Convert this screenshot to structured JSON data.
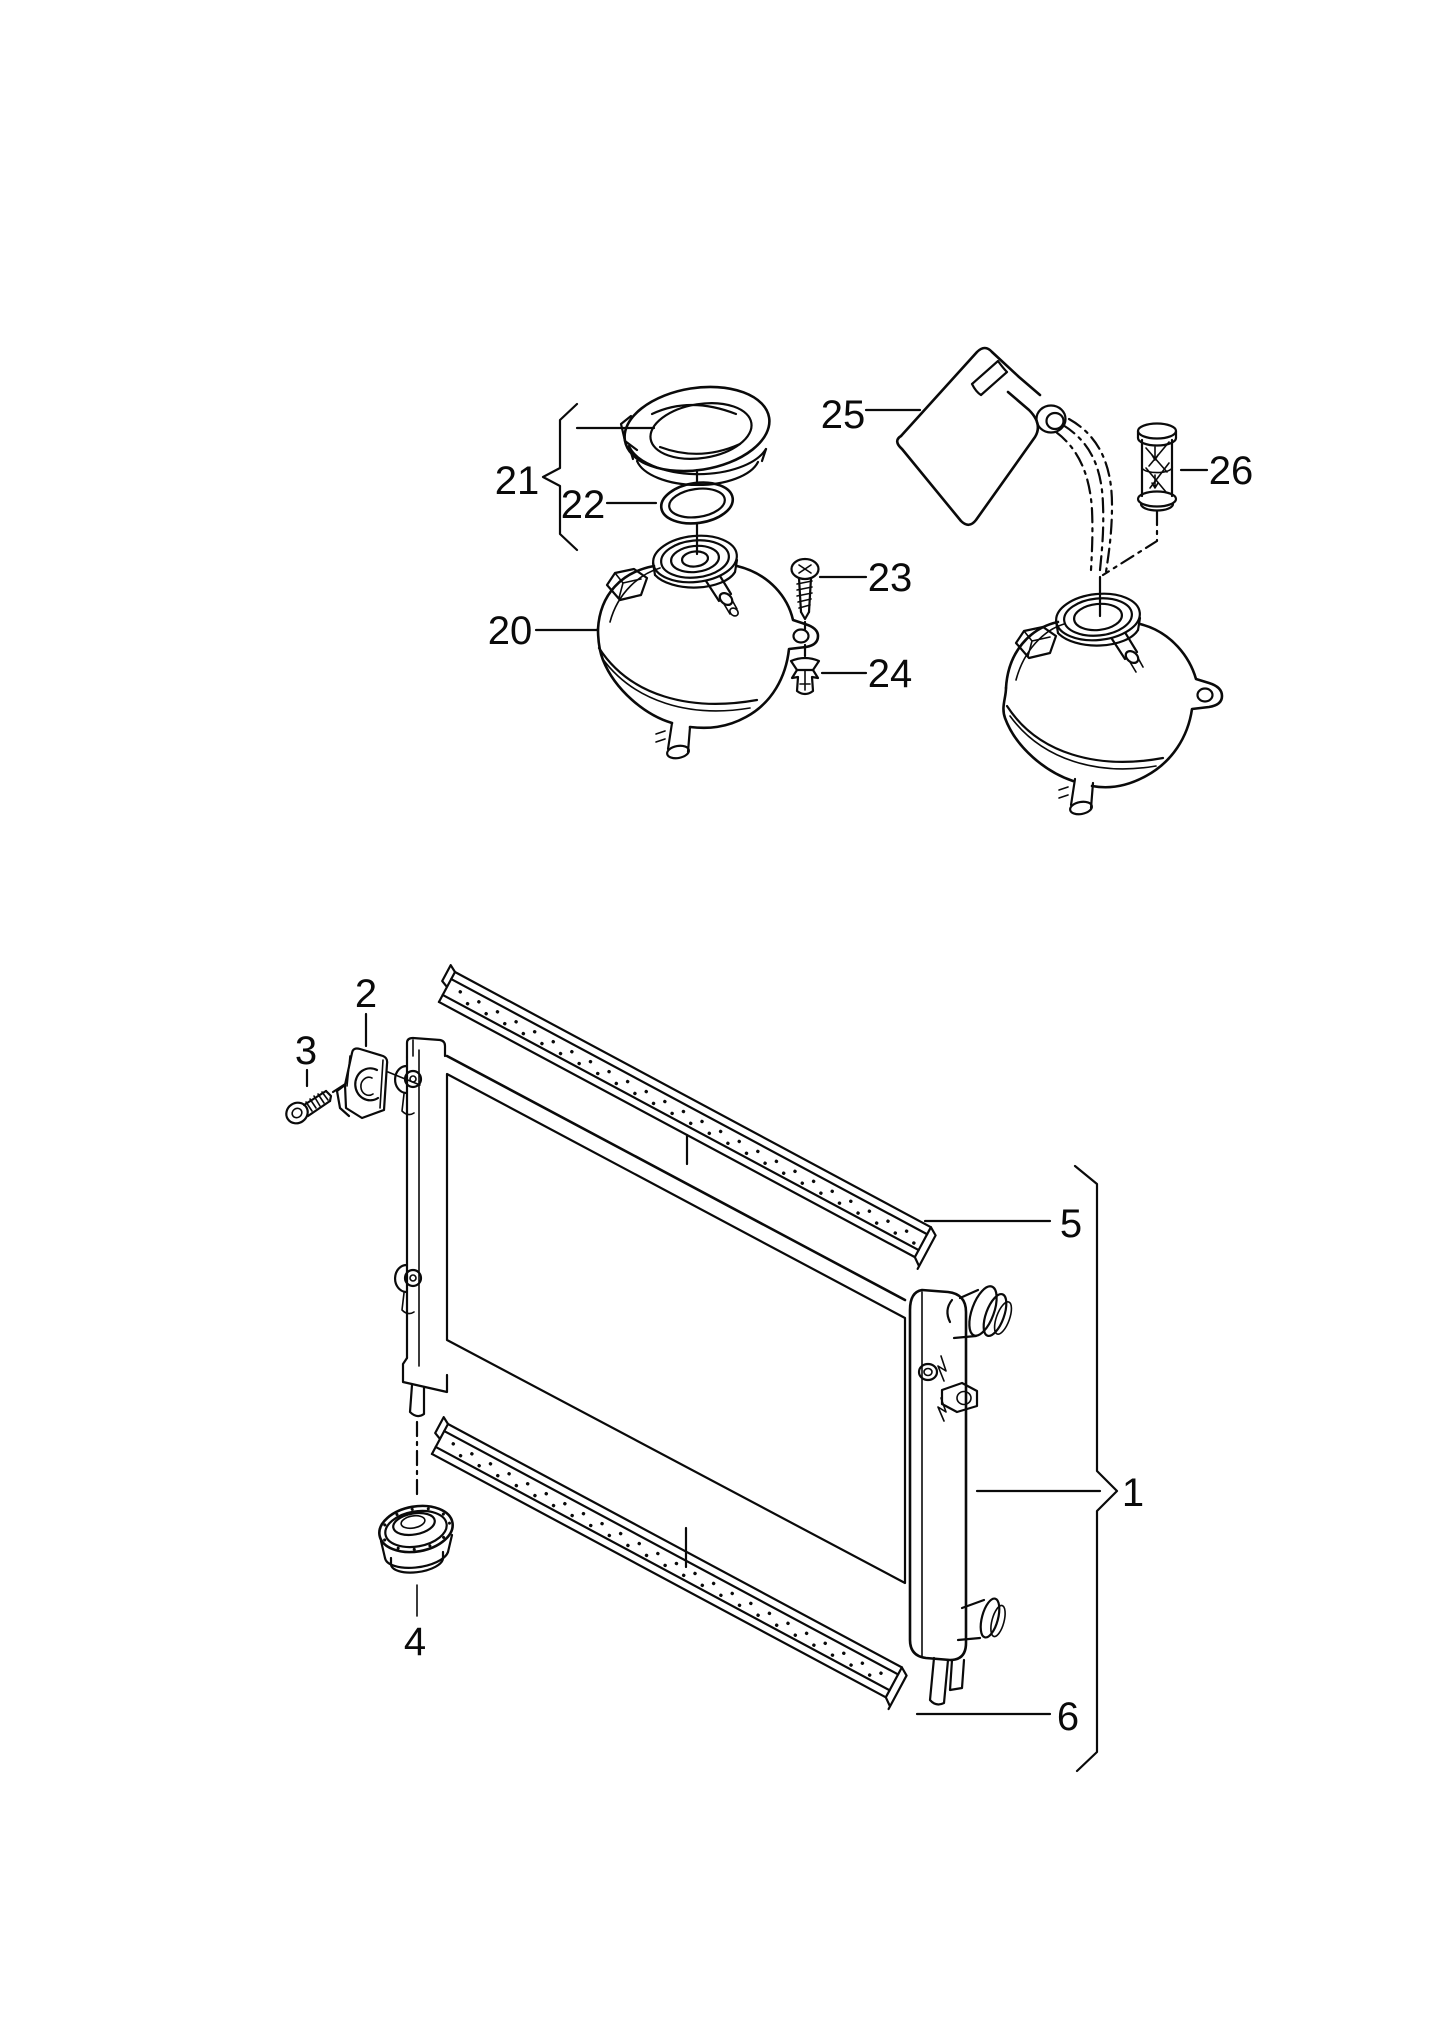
{
  "diagram": {
    "type": "exploded-parts-diagram",
    "background_color": "#ffffff",
    "line_color": "#0a0a0a",
    "callouts": {
      "n1": "1",
      "n2": "2",
      "n3": "3",
      "n4": "4",
      "n5": "5",
      "n6": "6",
      "n20": "20",
      "n21": "21",
      "n22": "22",
      "n23": "23",
      "n24": "24",
      "n25": "25",
      "n26": "26"
    }
  }
}
